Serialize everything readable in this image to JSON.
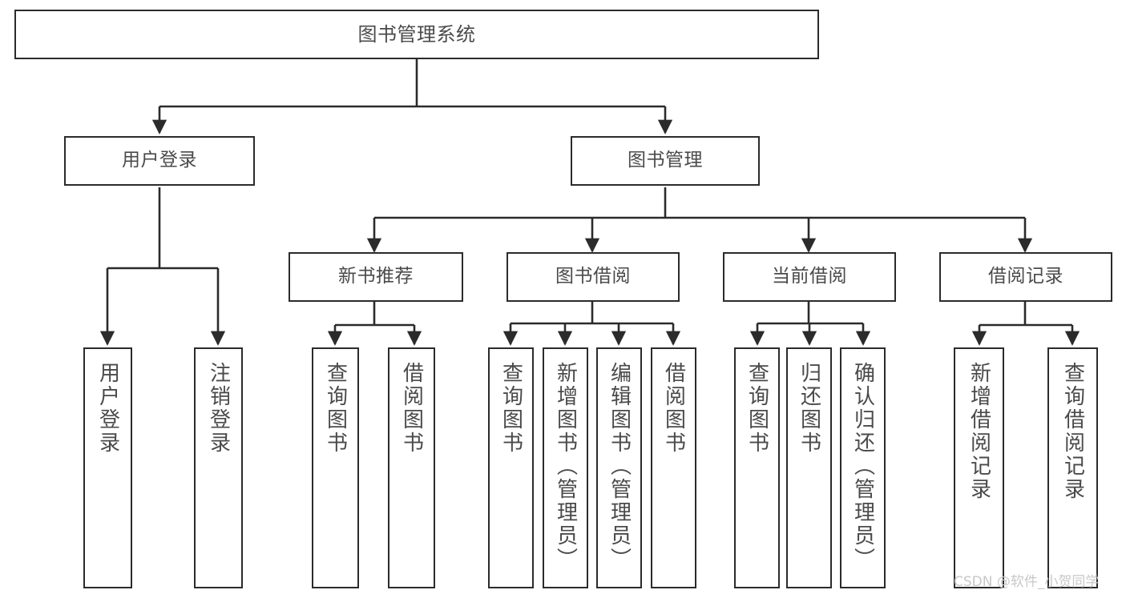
{
  "diagram": {
    "type": "tree",
    "title": "图书管理系统",
    "orientation": "top-down",
    "colors": {
      "background": "#ffffff",
      "node_border": "#2b2b2b",
      "node_fill": "#ffffff",
      "text": "#4a4a4a",
      "edge": "#2b2b2b",
      "watermark": "#c8c8c8"
    },
    "watermark": "CSDN @软件_小贺同学"
  },
  "nodes": {
    "root": {
      "label": "图书管理系统"
    },
    "level1": [
      {
        "label": "用户登录"
      },
      {
        "label": "图书管理"
      }
    ],
    "level2": [
      {
        "label": "新书推荐"
      },
      {
        "label": "图书借阅"
      },
      {
        "label": "当前借阅"
      },
      {
        "label": "借阅记录"
      }
    ],
    "leaves": [
      {
        "label": "用户登录",
        "parent": "用户登录"
      },
      {
        "label": "注销登录",
        "parent": "用户登录"
      },
      {
        "label": "查询图书",
        "parent": "新书推荐"
      },
      {
        "label": "借阅图书",
        "parent": "新书推荐"
      },
      {
        "label": "查询图书",
        "parent": "图书借阅"
      },
      {
        "label": "新增图书（管理员）",
        "parent": "图书借阅"
      },
      {
        "label": "编辑图书（管理员）",
        "parent": "图书借阅"
      },
      {
        "label": "借阅图书",
        "parent": "图书借阅"
      },
      {
        "label": "查询图书",
        "parent": "当前借阅"
      },
      {
        "label": "归还图书",
        "parent": "当前借阅"
      },
      {
        "label": "确认归还（管理员）",
        "parent": "当前借阅"
      },
      {
        "label": "新增借阅记录",
        "parent": "借阅记录"
      },
      {
        "label": "查询借阅记录",
        "parent": "借阅记录"
      }
    ]
  }
}
